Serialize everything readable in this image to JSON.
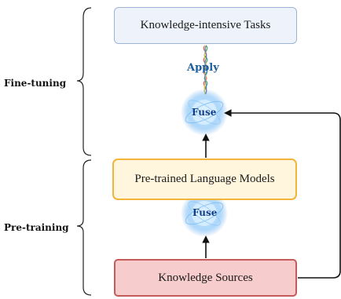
{
  "stage_labels": {
    "fine_tuning": "Fine-tuning",
    "pre_training": "Pre-training"
  },
  "boxes": {
    "tasks": "Knowledge-intensive Tasks",
    "plm": "Pre-trained Language Models",
    "sources": "Knowledge Sources"
  },
  "apply_label": "Apply",
  "fuse_labels": {
    "upper": "Fuse",
    "lower": "Fuse"
  },
  "colors": {
    "tasks_fill": "#eef3fb",
    "tasks_border": "#9db3d6",
    "plm_fill": "#fff6dd",
    "plm_border": "#f2b43a",
    "sources_fill": "#f7cccc",
    "sources_border": "#c55b5b",
    "fuse_glow": "#7ec4ff",
    "apply_text": "#1a5c9c"
  }
}
